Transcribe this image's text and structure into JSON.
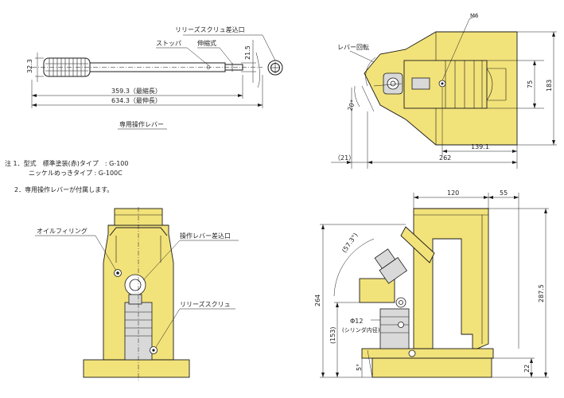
{
  "lever": {
    "label_release": "リリーズスクリュ差込口",
    "label_stopper": "ストッパ",
    "label_telescopic": "伸縮式",
    "dim_dia": "32.3",
    "dim_side": "21.5",
    "dim_min": "359.3（最縮長）",
    "dim_max": "634.3（最伸長）",
    "caption": "専用操作レバー"
  },
  "notes": {
    "note1_head": "注 1．型式　標準塗装(赤)タイプ　: G-100",
    "note1_sub": "ニッケルめっきタイプ : G-100C",
    "note2": "2．専用操作レバーが付属します。"
  },
  "top_view": {
    "label_m6": "M6",
    "label_rotation": "レバー回転",
    "dim_angle": "20°",
    "dim_75": "75",
    "dim_183": "183",
    "dim_1391": "139.1",
    "dim_21": "（21）",
    "dim_262": "262"
  },
  "front_view": {
    "label_oil": "オイルフィリング",
    "label_socket": "操作レバー差込口",
    "label_release": "リリーズスクリュ"
  },
  "side_view": {
    "dim_120": "120",
    "dim_55": "55",
    "dim_angle": "(57.3°)",
    "dim_264": "264",
    "dim_2875": "287.5",
    "dim_153": "(153)",
    "dim_dia12": "Φ12",
    "dim_cyl": "(シリンダ内径)",
    "dim_5deg": "5°",
    "dim_22": "22"
  },
  "colors": {
    "body": "#f2e27a",
    "line": "#1a1a1a"
  }
}
